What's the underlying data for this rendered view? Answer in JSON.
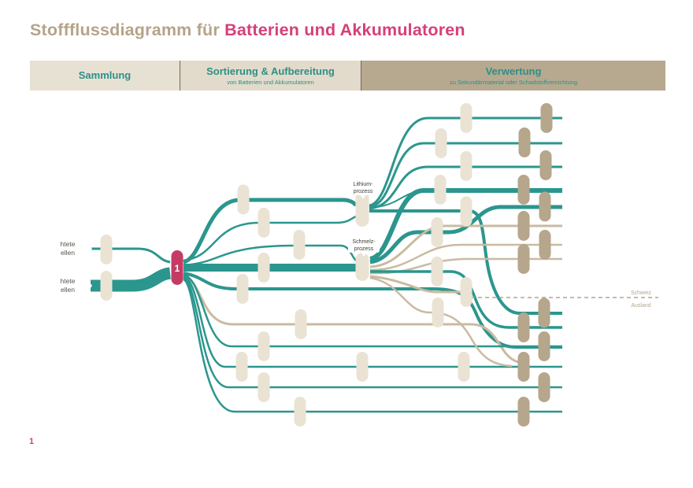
{
  "title": {
    "prefix": "Stoffflussdiagramm für ",
    "highlight": "Batterien und Akkumulatoren"
  },
  "page_number": "1",
  "stages": [
    {
      "label": "Sammlung",
      "sublabel": ""
    },
    {
      "label": "Sortierung & Aufbereitung",
      "sublabel": "von Batterien und Akkumulatoren"
    },
    {
      "label": "Verwertung",
      "sublabel": "zu Sekundärmaterial oder Schadstoffvernichtung"
    }
  ],
  "sources": [
    {
      "line1": "htete",
      "line2": "ellen"
    },
    {
      "line1": "htete",
      "line2": "ellen"
    }
  ],
  "hub": {
    "label": "1"
  },
  "processes": {
    "lithium": {
      "line1": "Lithium-",
      "line2": "prozess"
    },
    "schmelz": {
      "line1": "Schmelz-",
      "line2": "prozess"
    }
  },
  "boundary": {
    "top": "Schweiz",
    "bottom": "Ausland"
  },
  "colors": {
    "teal_flow": "#2b968e",
    "tan_flow": "#c9bba1",
    "node_light": "#eae3d4",
    "node_dark": "#b5a68c",
    "hub_pink": "#c43c63",
    "title_pink": "#d63f78",
    "title_tan": "#b4a489",
    "stage_text": "#2d8f88"
  }
}
